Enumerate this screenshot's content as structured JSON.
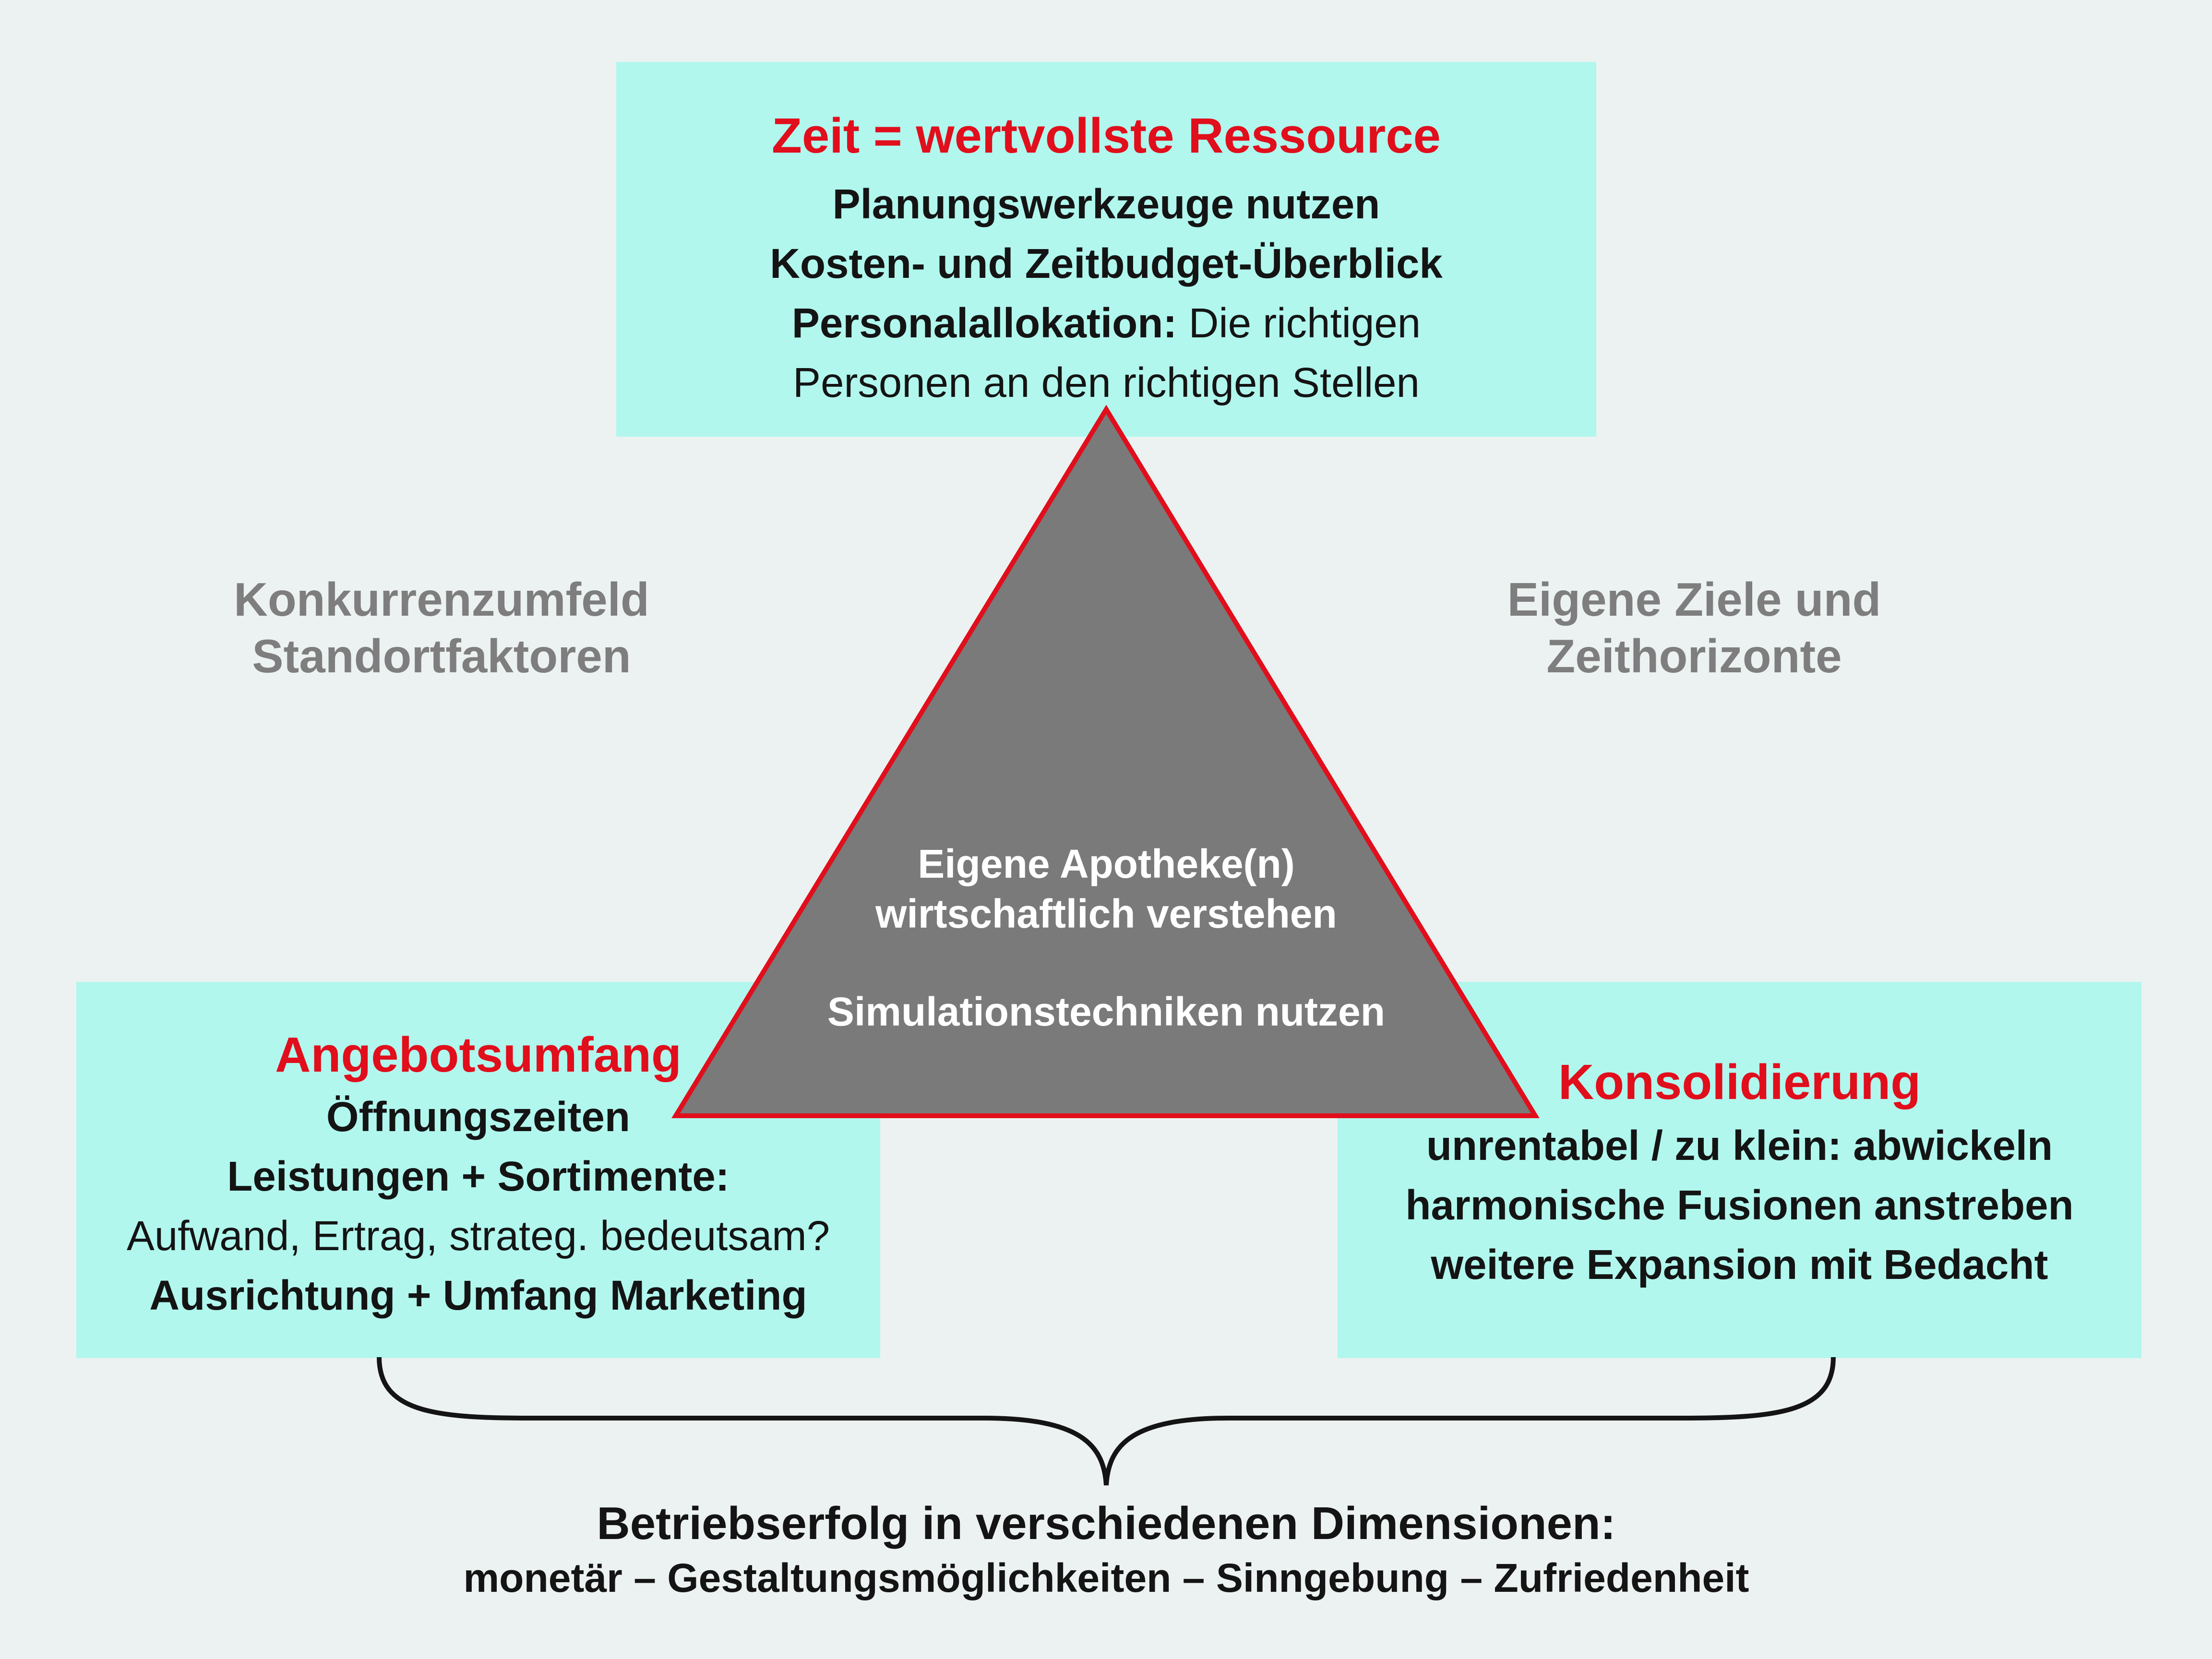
{
  "top": {
    "heading": "Zeit = wertvollste Ressource",
    "line1": "Planungswerkzeuge nutzen",
    "line2": "Kosten- und Zeitbudget-Überblick",
    "line3_bold": "Personalallokation:",
    "line3_rest": " Die richtigen",
    "line4": "Personen an den richtigen Stellen"
  },
  "left_side": {
    "line1": "Konkurrenzumfeld",
    "line2": "Standortfaktoren"
  },
  "right_side": {
    "line1": "Eigene Ziele und",
    "line2": "Zeithorizonte"
  },
  "center": {
    "line1": "Eigene Apotheke(n)",
    "line2": "wirtschaftlich verstehen",
    "line3": "Simulationstechniken nutzen"
  },
  "bottom_left": {
    "heading": "Angebotsumfang",
    "line1": "Öffnungszeiten",
    "line2": "Leistungen + Sortimente:",
    "line3": "Aufwand, Ertrag, strateg. bedeutsam?",
    "line4": "Ausrichtung + Umfang Marketing"
  },
  "bottom_right": {
    "heading": "Konsolidierung",
    "line1": "unrentabel / zu klein: abwickeln",
    "line2": "harmonische Fusionen anstreben",
    "line3": "weitere Expansion mit Bedacht"
  },
  "footer": {
    "title": "Betriebserfolg in verschiedenen Dimensionen:",
    "subtitle": "monetär – Gestaltungsmöglichkeiten – Sinngebung – Zufriedenheit"
  },
  "colors": {
    "background": "#ecf2f1",
    "box": "#b1f7ee",
    "accent_red": "#e10e1c",
    "triangle": "#7a7a7a",
    "side_text": "#7e7e7e"
  }
}
